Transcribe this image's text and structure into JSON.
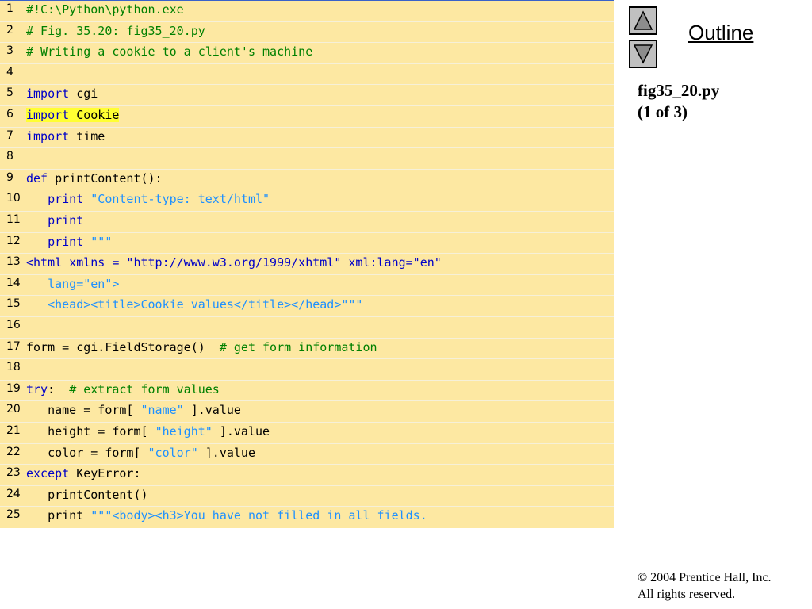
{
  "code": {
    "lines": [
      {
        "num": "1",
        "tokens": [
          {
            "t": "#!C:\\Python\\python.exe",
            "c": "cm"
          }
        ]
      },
      {
        "num": "2",
        "tokens": [
          {
            "t": "# Fig. 35.20: fig35_20.py",
            "c": "cm"
          }
        ]
      },
      {
        "num": "3",
        "tokens": [
          {
            "t": "# Writing a cookie to a client's machine",
            "c": "cm"
          }
        ]
      },
      {
        "num": "4",
        "tokens": []
      },
      {
        "num": "5",
        "tokens": [
          {
            "t": "import",
            "c": "kw"
          },
          {
            "t": " cgi",
            "c": ""
          }
        ]
      },
      {
        "num": "6",
        "tokens": [
          {
            "t": "import",
            "c": "kw hl"
          },
          {
            "t": " Cookie",
            "c": "hl"
          }
        ]
      },
      {
        "num": "7",
        "tokens": [
          {
            "t": "import",
            "c": "kw"
          },
          {
            "t": " time",
            "c": ""
          }
        ]
      },
      {
        "num": "8",
        "tokens": []
      },
      {
        "num": "9",
        "tokens": [
          {
            "t": "def",
            "c": "kw"
          },
          {
            "t": " printContent():",
            "c": ""
          }
        ]
      },
      {
        "num": "10",
        "tokens": [
          {
            "t": "   ",
            "c": ""
          },
          {
            "t": "print",
            "c": "kw"
          },
          {
            "t": " ",
            "c": ""
          },
          {
            "t": "\"Content-type: text/html\"",
            "c": "str"
          }
        ]
      },
      {
        "num": "11",
        "tokens": [
          {
            "t": "   ",
            "c": ""
          },
          {
            "t": "print",
            "c": "kw"
          }
        ]
      },
      {
        "num": "12",
        "tokens": [
          {
            "t": "   ",
            "c": ""
          },
          {
            "t": "print",
            "c": "kw"
          },
          {
            "t": " ",
            "c": ""
          },
          {
            "t": "\"\"\"",
            "c": "str"
          }
        ]
      },
      {
        "num": "13",
        "tokens": [
          {
            "t": "<html xmlns = \"http://www.w3.org/1999/xhtml\" xml:lang=\"en\"",
            "c": "kw"
          }
        ]
      },
      {
        "num": "14",
        "tokens": [
          {
            "t": "   ",
            "c": ""
          },
          {
            "t": "lang=\"en\">",
            "c": "str"
          }
        ]
      },
      {
        "num": "15",
        "tokens": [
          {
            "t": "   ",
            "c": ""
          },
          {
            "t": "<head><title>Cookie values</title></head>\"\"\"",
            "c": "str"
          }
        ]
      },
      {
        "num": "16",
        "tokens": []
      },
      {
        "num": "17",
        "tokens": [
          {
            "t": "form = cgi.FieldStorage()  ",
            "c": ""
          },
          {
            "t": "# get form information",
            "c": "cm"
          }
        ]
      },
      {
        "num": "18",
        "tokens": []
      },
      {
        "num": "19",
        "tokens": [
          {
            "t": "try",
            "c": "kw"
          },
          {
            "t": ":  ",
            "c": ""
          },
          {
            "t": "# extract form values",
            "c": "cm"
          }
        ]
      },
      {
        "num": "20",
        "tokens": [
          {
            "t": "   name = form[ ",
            "c": ""
          },
          {
            "t": "\"name\"",
            "c": "str"
          },
          {
            "t": " ].value",
            "c": ""
          }
        ]
      },
      {
        "num": "21",
        "tokens": [
          {
            "t": "   height = form[ ",
            "c": ""
          },
          {
            "t": "\"height\"",
            "c": "str"
          },
          {
            "t": " ].value",
            "c": ""
          }
        ]
      },
      {
        "num": "22",
        "tokens": [
          {
            "t": "   color = form[ ",
            "c": ""
          },
          {
            "t": "\"color\"",
            "c": "str"
          },
          {
            "t": " ].value",
            "c": ""
          }
        ]
      },
      {
        "num": "23",
        "tokens": [
          {
            "t": "except",
            "c": "kw"
          },
          {
            "t": " KeyError:",
            "c": ""
          }
        ]
      },
      {
        "num": "24",
        "tokens": [
          {
            "t": "   printContent()",
            "c": ""
          }
        ]
      },
      {
        "num": "25",
        "tokens": [
          {
            "t": "   print ",
            "c": ""
          },
          {
            "t": "\"\"\"<body><h3>You have not filled in all fields.",
            "c": "str"
          }
        ]
      }
    ]
  },
  "nav": {
    "up_icon": "triangle-up-icon",
    "down_icon": "triangle-down-icon",
    "outline_label": "Outline"
  },
  "file_title": {
    "name": "fig35_20.py",
    "page": "(1 of 3)"
  },
  "footer": {
    "copyright_symbol": "©",
    "copyright": " 2004 Prentice Hall, Inc.",
    "rights": "All rights reserved."
  },
  "colors": {
    "panel_bg": "#fde8a2",
    "keyword": "#0000c8",
    "comment": "#008000",
    "string": "#1e90ff",
    "highlight": "#ffff33"
  }
}
